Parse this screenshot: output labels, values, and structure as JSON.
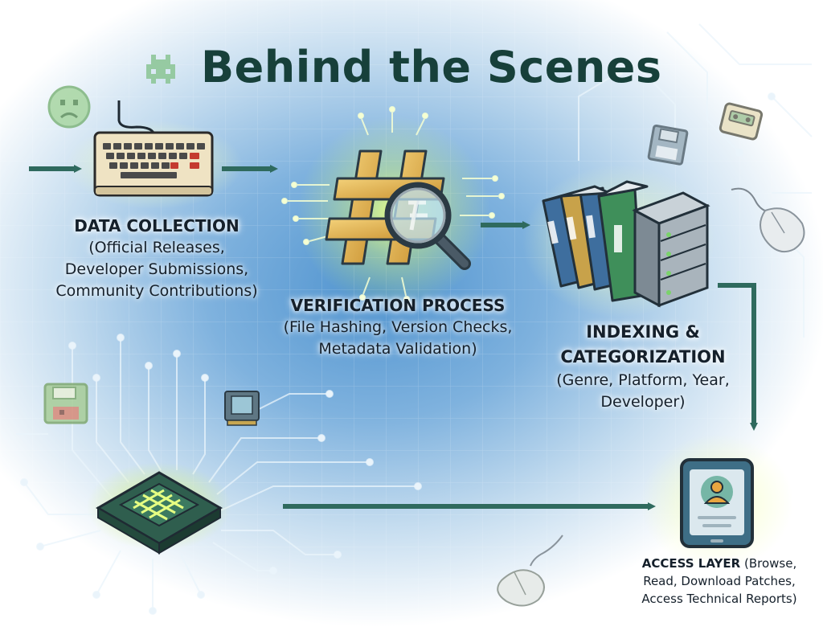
{
  "title": "Behind the Scenes",
  "colors": {
    "arrow": "#2f6a5e",
    "title": "#17403a",
    "glow": "#d9f57a",
    "circuit": "#eaf4fb"
  },
  "steps": [
    {
      "id": "data-collection",
      "icon": "keyboard-icon",
      "heading": "DATA COLLECTION",
      "lines": [
        "(Official Releases,",
        "Developer Submissions,",
        "Community Contributions)"
      ]
    },
    {
      "id": "verification-process",
      "icon": "hash-magnifier-icon",
      "heading": "VERIFICATION PROCESS",
      "lines": [
        "(File Hashing, Version Checks,",
        "Metadata Validation)"
      ]
    },
    {
      "id": "indexing-categorization",
      "icon": "binders-server-icon",
      "heading": [
        "INDEXING &",
        "CATEGORIZATION"
      ],
      "lines": [
        "(Genre, Platform, Year,",
        "Developer)"
      ]
    },
    {
      "id": "access-layer",
      "icon": "tablet-user-icon",
      "heading": "ACCESS LAYER",
      "lines": [
        " (Browse,",
        "Read, Download Patches,",
        "Access Technical Reports)"
      ]
    }
  ],
  "decorations": [
    "space-invader-icon",
    "sad-face-icon",
    "cassette-icon",
    "floppy-disk-icon",
    "computer-mouse-icon",
    "cpu-chip-icon",
    "memory-chip-icon",
    "pixel-floppy-icon"
  ]
}
